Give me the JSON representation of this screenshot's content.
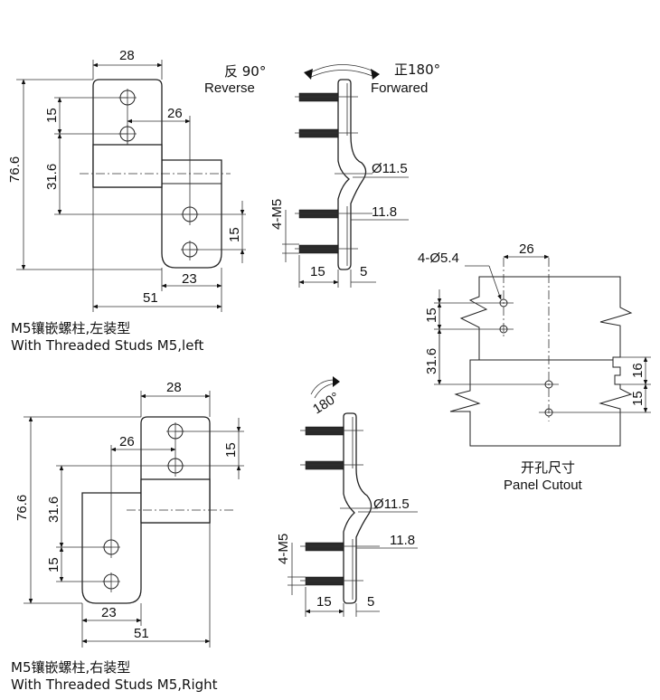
{
  "left_view": {
    "dims": {
      "width_top": "28",
      "height_total": "76.6",
      "spacing_15": "15",
      "spacing_31": "31.6",
      "offset_26": "26",
      "spacing_15_lower": "15",
      "width_23": "23",
      "width_51": "51"
    },
    "caption_cn": "M5镶嵌螺柱,左装型",
    "caption_en": "With Threaded Studs M5,left"
  },
  "right_view": {
    "dims": {
      "width_top": "28",
      "spacing_15_upper": "15",
      "offset_26": "26",
      "height_total": "76.6",
      "spacing_31": "31.6",
      "spacing_15": "15",
      "width_23": "23",
      "width_51": "51"
    },
    "caption_cn": "M5镶嵌螺柱,右装型",
    "caption_en": "With Threaded Studs M5,Right"
  },
  "side_view_top": {
    "reverse_cn": "反 90°",
    "reverse_en": "Reverse",
    "forward_cn": "正180°",
    "forward_en": "Forwared",
    "dia": "Ø11.5",
    "dim_118": "11.8",
    "studs": "4-M5",
    "dim_15": "15",
    "dim_5": "5"
  },
  "side_view_bottom": {
    "rot": "180°",
    "dia": "Ø11.5",
    "dim_118": "11.8",
    "studs": "4-M5",
    "dim_15": "15",
    "dim_5": "5"
  },
  "panel_cutout": {
    "holes": "4-Ø5.4",
    "dim_26": "26",
    "dim_15": "15",
    "dim_316": "31.6",
    "dim_16": "16",
    "dim_15_right": "15",
    "caption_cn": "开孔尺寸",
    "caption_en": "Panel Cutout"
  }
}
